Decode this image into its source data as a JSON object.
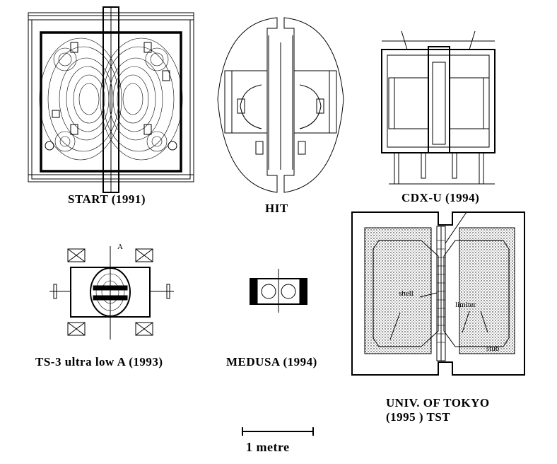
{
  "captions": {
    "start": "START (1991)",
    "hit": "HIT",
    "cdxu": "CDX-U  (1994)",
    "ts3": "TS-3 ultra low A (1993)",
    "medusa": "MEDUSA (1994)",
    "tokyo_line1": "UNIV. OF TOKYO",
    "tokyo_line2": "(1995  ) TST",
    "scale": "1 metre"
  },
  "labels": {
    "shell": "shell",
    "limiter": "limiter",
    "stub": "stub",
    "ts3_a": "A"
  }
}
